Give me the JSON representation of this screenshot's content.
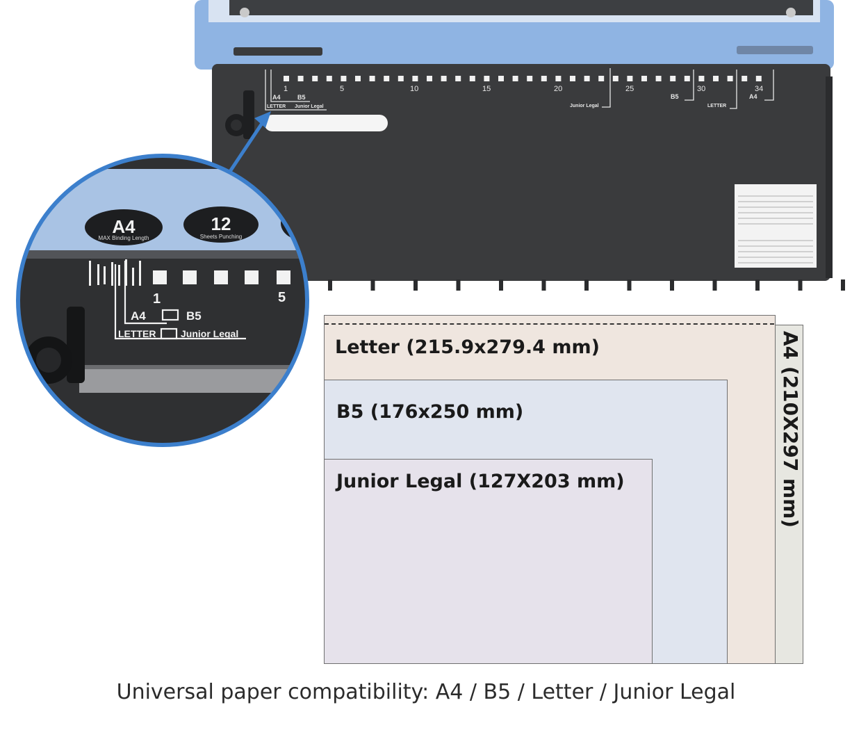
{
  "colors": {
    "machine_body": "#3a3b3d",
    "machine_top": "#8fb4e3",
    "accent_blue": "#3c7fcc",
    "letter_fill": "#efe6df",
    "a4_fill": "#e7e7e1",
    "b5_fill": "#e0e5ef",
    "junior_fill": "#e6e2eb"
  },
  "machine": {
    "scale_numbers": [
      "1",
      "5",
      "10",
      "15",
      "20",
      "25",
      "30",
      "34"
    ],
    "marker_a4": "A4",
    "marker_b5": "B5",
    "marker_letter": "LETTER",
    "marker_junior": "Junior Legal"
  },
  "zoom": {
    "badge_a4": "A4",
    "badge_a4_sub": "MAX Binding Length",
    "badge_12": "12",
    "badge_12_sub": "Sheets Punching",
    "scale_1": "1",
    "scale_5": "5",
    "marker_a4": "A4",
    "marker_b5": "B5",
    "marker_letter": "LETTER",
    "marker_junior": "Junior Legal"
  },
  "papers": {
    "letter": "Letter (215.9x279.4 mm)",
    "b5": "B5 (176x250 mm)",
    "junior": "Junior Legal (127X203 mm)",
    "a4": "A4 (210X297 mm)"
  },
  "caption": "Universal paper compatibility: A4 / B5 / Letter / Junior Legal"
}
